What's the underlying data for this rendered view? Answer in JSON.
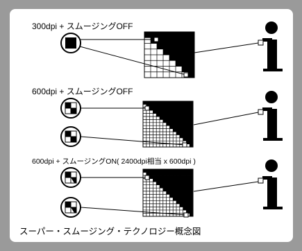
{
  "sections": [
    {
      "label": "300dpi + スムージングOFF"
    },
    {
      "label": "600dpi + スムージングOFF"
    },
    {
      "label": "600dpi + スムージングON( 2400dpi相当 x 600dpi )"
    }
  ],
  "caption": "スーパー・スムージング・テクノロジー概念図",
  "colors": {
    "border": "#9a9a9a",
    "ink": "#000000",
    "paper": "#ffffff"
  }
}
